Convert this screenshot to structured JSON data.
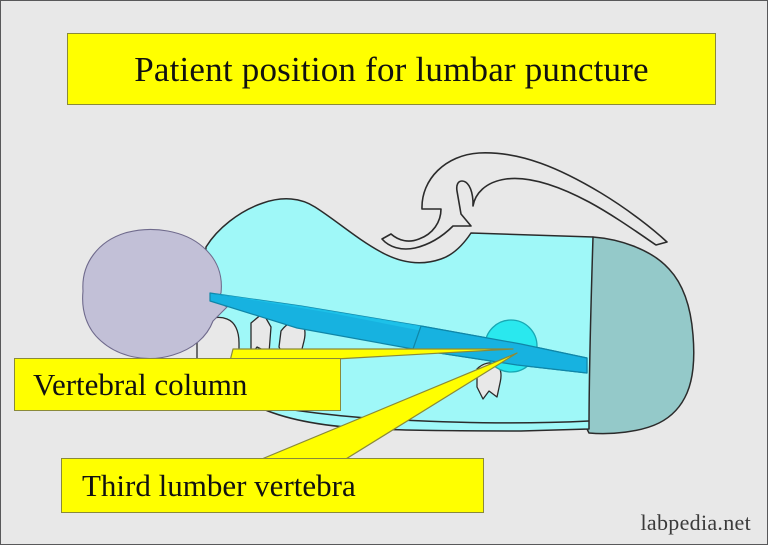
{
  "figure": {
    "title": "Patient position for lumbar puncture",
    "watermark": "labpedia.net",
    "background_color": "#e8e8e8",
    "border_color": "#58585a",
    "annotations": [
      {
        "id": "vertebral-column",
        "label": "Vertebral column"
      },
      {
        "id": "third-lumbar-vertebra",
        "label": "Third lumber vertebra"
      }
    ],
    "callout_style": {
      "fill": "#ffff00",
      "border": "#8a8a3a",
      "text_color": "#111111"
    },
    "anatomy": {
      "head": {
        "name": "head-with-hair",
        "fill": "#8a85a8",
        "texture": "mottled-speckled"
      },
      "torso": {
        "name": "torso-and-legs",
        "fill": "#9ff8f8",
        "outline": "#2b2b2b"
      },
      "buttock": {
        "name": "buttock-thigh",
        "fill": "#94c9c9",
        "outline": "#2b2b2b"
      },
      "spine": {
        "name": "vertebral-column",
        "fill": "#17b2e0",
        "outline": "#0f86a8"
      },
      "l3": {
        "name": "third-lumbar-vertebra",
        "fill": "#2ae8ee",
        "outline": "#18a8b4"
      },
      "arm": {
        "name": "arm-outline",
        "fill": "#e8e8e8",
        "outline": "#2b2b2b"
      },
      "leader_lines": {
        "name": "callout-pointer",
        "fill": "#ffff00",
        "outline": "#8a8a3a"
      }
    }
  }
}
